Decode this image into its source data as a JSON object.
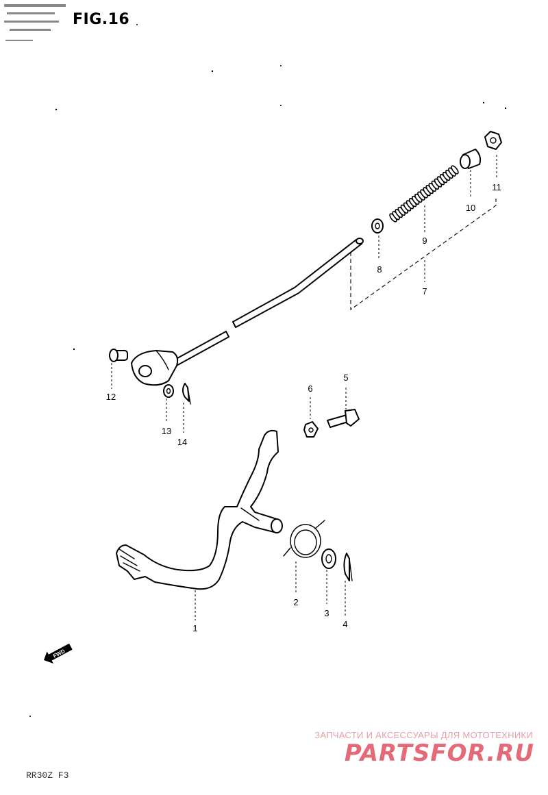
{
  "figure": {
    "title": "FIG.16",
    "corner_code": "RR30Z F3",
    "fwd_label": "FWD"
  },
  "callouts": [
    {
      "id": "1",
      "label": "1"
    },
    {
      "id": "2",
      "label": "2"
    },
    {
      "id": "3",
      "label": "3"
    },
    {
      "id": "4",
      "label": "4"
    },
    {
      "id": "5",
      "label": "5"
    },
    {
      "id": "6",
      "label": "6"
    },
    {
      "id": "7",
      "label": "7"
    },
    {
      "id": "8",
      "label": "8"
    },
    {
      "id": "9",
      "label": "9"
    },
    {
      "id": "10",
      "label": "10"
    },
    {
      "id": "11",
      "label": "11"
    },
    {
      "id": "12",
      "label": "12"
    },
    {
      "id": "13",
      "label": "13"
    },
    {
      "id": "14",
      "label": "14"
    }
  ],
  "watermark": {
    "tagline": "ЗАПЧАСТИ И АКСЕССУАРЫ ДЛЯ МОТОТЕХНИКИ",
    "logo": "PARTSFOR.RU",
    "logo_color": "#e36a76"
  }
}
